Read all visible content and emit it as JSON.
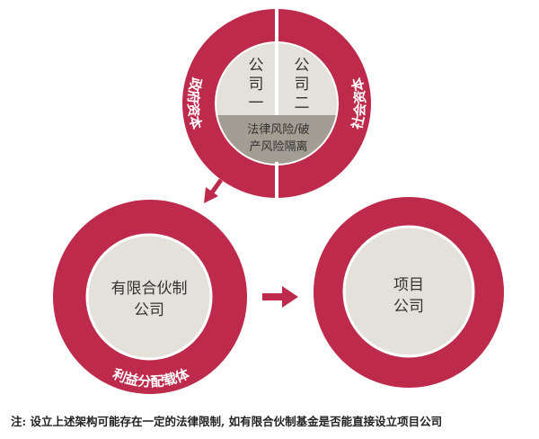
{
  "colors": {
    "ring": "#be2a4b",
    "inner": "#e3e1da",
    "band": "#a39d93",
    "text": "#333333"
  },
  "top_circle": {
    "left_ring_label": "政府资本",
    "right_ring_label": "社会资本",
    "company_one": [
      "公",
      "司",
      "一"
    ],
    "company_two": [
      "公",
      "司",
      "二"
    ],
    "isolation_lines": [
      "法律风险/破",
      "产风险隔离"
    ]
  },
  "left_circle": {
    "lines": [
      "有限合伙制",
      "公司"
    ],
    "ring_label": "利益分配载体"
  },
  "right_circle": {
    "lines": [
      "项目",
      "公司"
    ]
  },
  "footnote": "注: 设立上述架构可能存在一定的法律限制, 如有限合伙制基金是否能直接设立项目公司"
}
